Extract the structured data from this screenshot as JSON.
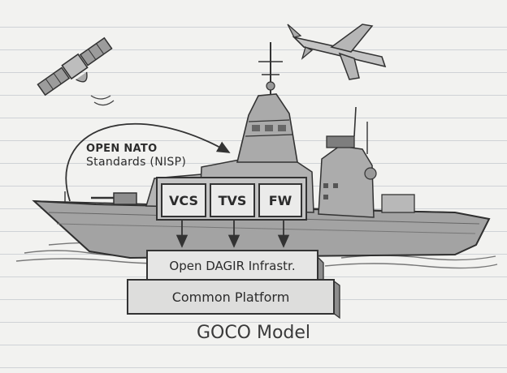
{
  "annotation": {
    "line1": "OPEN NATO",
    "line2": "Standards (NISP)"
  },
  "services": [
    {
      "id": "vcs",
      "label": "VCS"
    },
    {
      "id": "tvs",
      "label": "TVS"
    },
    {
      "id": "fw",
      "label": "FW"
    }
  ],
  "layers": {
    "infrastructure": "Open DAGIR Infrastr.",
    "platform": "Common Platform"
  },
  "caption": "GOCO Model",
  "icons": [
    "satellite-icon",
    "drone-icon",
    "warship-icon"
  ],
  "colors": {
    "ink": "#2d2d2d",
    "paper": "#f2f2f0",
    "rule": "#cfd2d6",
    "ship": "#9a9a9a"
  }
}
